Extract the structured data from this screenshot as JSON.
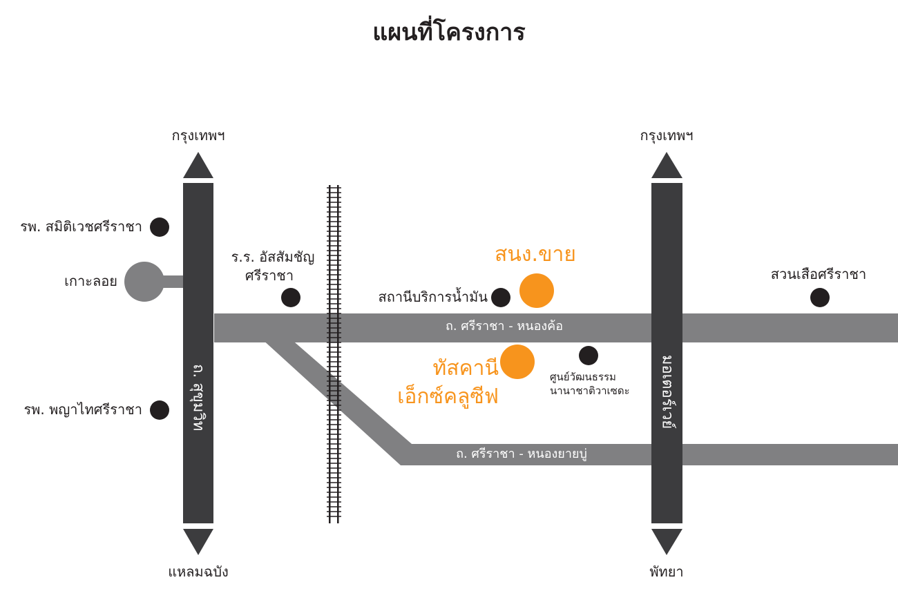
{
  "title": "แผนที่โครงการ",
  "colors": {
    "main_road": "#3c3c3e",
    "secondary_road": "#808082",
    "marker": "#231f20",
    "project": "#f7941d",
    "text": "#231f20"
  },
  "roads": {
    "sukhumvit": {
      "name": "ถ. สุขุมวิท",
      "north_label": "กรุงเทพฯ",
      "south_label": "แหลมฉบัง"
    },
    "motorway": {
      "name": "มอเตอร์เวย์",
      "north_label": "กรุงเทพฯ",
      "south_label": "พัทยา"
    },
    "sriracha_nongkho": "ถ. ศรีราชา - หนองค้อ",
    "sriracha_nongyaiboo": "ถ. ศรีราชา - หนองยายบู่"
  },
  "landmarks": {
    "samitivej": "รพ. สมิติเวชศรีราชา",
    "koh_loy": "เกาะลอย",
    "phyathai": "รพ. พญาไทศรีราชา",
    "assumption_line1": "ร.ร. อัสสัมชัญ",
    "assumption_line2": "ศรีราชา",
    "gas_station": "สถานีบริการน้ำมัน",
    "tiger_zoo": "สวนเสือศรีราชา",
    "cultural_center_line1": "ศูนย์วัฒนธรรม",
    "cultural_center_line2": "นานาชาติวาเซดะ"
  },
  "project": {
    "sales_office": "สนง.ขาย",
    "name_line1": "ทัสคานี",
    "name_line2": "เอ็กซ์คลูซีฟ"
  }
}
